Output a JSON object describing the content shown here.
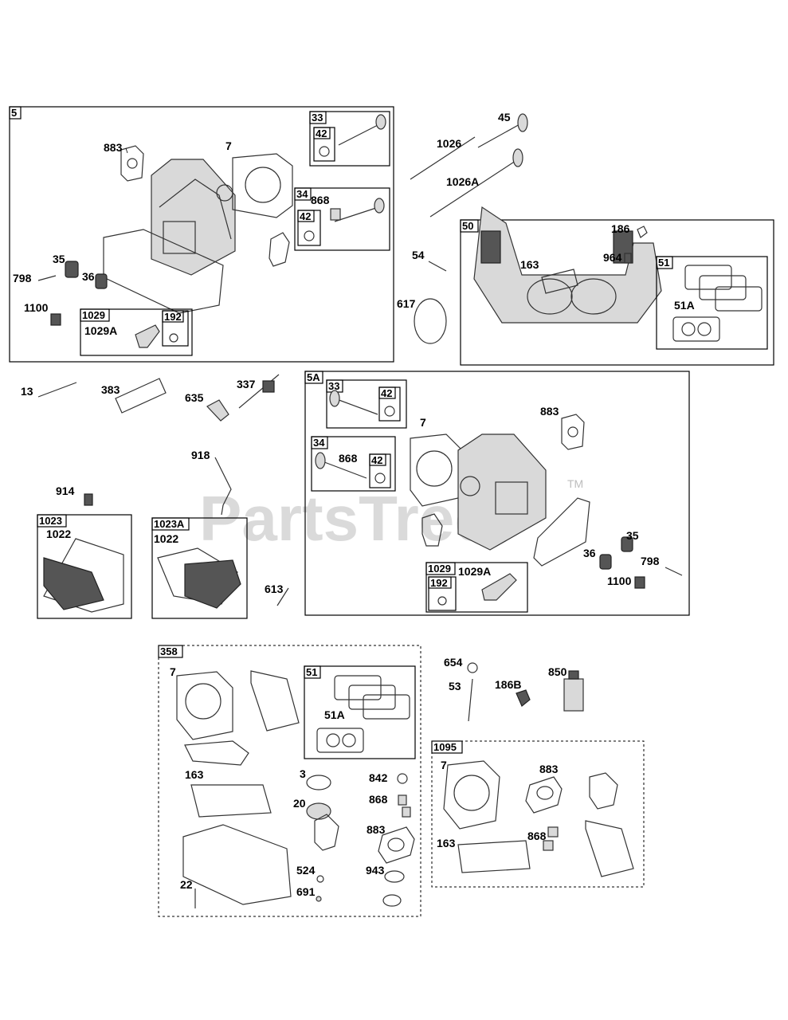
{
  "watermark": {
    "brand": "PartsTree",
    "tm": "TM"
  },
  "groups": {
    "g5": "5",
    "g33a": "33",
    "g42a": "42",
    "g34a": "34",
    "g42b": "42",
    "g1029a": "1029",
    "g192a": "192",
    "g50": "50",
    "g51a": "51",
    "g5A": "5A",
    "g33b": "33",
    "g42c": "42",
    "g34b": "34",
    "g42d": "42",
    "g1029b": "1029",
    "g192b": "192",
    "g1023": "1023",
    "g1023A": "1023A",
    "g358": "358",
    "g51b": "51",
    "g1095": "1095"
  },
  "labels": {
    "l883a": "883",
    "l7a": "7",
    "l868a": "868",
    "l35a": "35",
    "l36a": "36",
    "l798a": "798",
    "l1100a": "1100",
    "l1029Aa": "1029A",
    "l45": "45",
    "l1026": "1026",
    "l1026A": "1026A",
    "l186": "186",
    "l54": "54",
    "l163a": "163",
    "l964": "964",
    "l617": "617",
    "l51Aa": "51A",
    "l13": "13",
    "l383": "383",
    "l635": "635",
    "l337": "337",
    "l918": "918",
    "l914": "914",
    "l1022a": "1022",
    "l1022b": "1022",
    "l613": "613",
    "l7b": "7",
    "l883b": "883",
    "l868b": "868",
    "l35b": "35",
    "l36b": "36",
    "l798b": "798",
    "l1100b": "1100",
    "l1029Ab": "1029A",
    "l7c": "7",
    "l51Ab": "51A",
    "l163b": "163",
    "l3": "3",
    "l20": "20",
    "l842": "842",
    "l868c": "868",
    "l883c": "883",
    "l524": "524",
    "l943": "943",
    "l22": "22",
    "l691": "691",
    "l654": "654",
    "l53": "53",
    "l186B": "186B",
    "l850": "850",
    "l7d": "7",
    "l883d": "883",
    "l163c": "163",
    "l868d": "868"
  }
}
